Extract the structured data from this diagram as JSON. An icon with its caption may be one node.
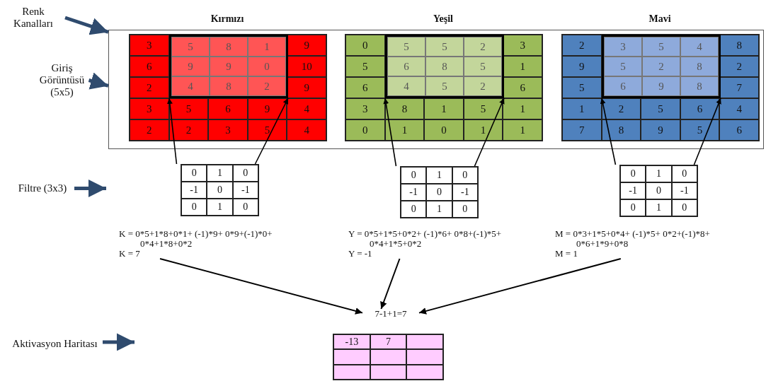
{
  "diagram": {
    "nodes": [
      {
        "text": [
          "Renk Kanalları"
        ]
      },
      {
        "text": [
          "Giriş Görüntüsü (5x5)"
        ]
      },
      {
        "text": [],
        "shape": "box"
      },
      {
        "text": [
          "3",
          "9",
          "6",
          "10",
          "2",
          "9",
          "3",
          "5",
          "6",
          "9",
          "4",
          "2",
          "2",
          "3",
          "5",
          "4"
        ],
        "in": 2,
        "beside": [
          "Kırmızı"
        ]
      },
      {
        "text": [
          "5",
          "8",
          "1",
          "9",
          "9",
          "0",
          "4",
          "8",
          "2"
        ],
        "in": 3
      },
      {
        "text": [
          "0",
          "3",
          "5",
          "1",
          "6",
          "6",
          "3",
          "8",
          "1",
          "5",
          "1",
          "0",
          "1",
          "0",
          "1",
          "1"
        ],
        "in": 2,
        "beside": [
          "Yeşil"
        ]
      },
      {
        "text": [
          "5",
          "5",
          "2",
          "6",
          "8",
          "5",
          "4",
          "5",
          "2"
        ],
        "in": 5
      },
      {
        "text": [
          "2",
          "8",
          "9",
          "2",
          "5",
          "7",
          "1",
          "2",
          "5",
          "6",
          "4",
          "7",
          "8",
          "9",
          "5",
          "6"
        ],
        "in": 2,
        "beside": [
          "Mavi"
        ]
      },
      {
        "text": [
          "3",
          "5",
          "4",
          "5",
          "2",
          "8",
          "6",
          "9",
          "8"
        ],
        "in": 7
      },
      {
        "text": [
          "Filtre (3x3)"
        ]
      },
      {
        "text": [
          "0",
          "1",
          "0",
          "-1",
          "0",
          "-1",
          "0",
          "1",
          "0"
        ]
      },
      {
        "text": [
          "0",
          "1",
          "0",
          "-1",
          "0",
          "-1",
          "0",
          "1",
          "0"
        ]
      },
      {
        "text": [
          "0",
          "1",
          "0",
          "-1",
          "0",
          "-1",
          "0",
          "1",
          "0"
        ]
      },
      {
        "text": [
          "K = 0*5+1*8+0*1+ (-1)*9+ 0*9+(-1)*0+ 0*4+1*8+0*2",
          "K = 7"
        ]
      },
      {
        "text": [
          "Y = 0*5+1*5+0*2+ (-1)*6+ 0*8+(-1)*5+ 0*4+1*5+0*2",
          "Y = -1"
        ]
      },
      {
        "text": [
          "M = 0*3+1*5+0*4+ (-1)*5+ 0*2+(-1)*8+ 0*6+1*9+0*8",
          "M = 1"
        ]
      },
      {
        "text": [
          "7-1+1=7"
        ]
      },
      {
        "text": [
          "Aktivasyon Haritası"
        ]
      },
      {
        "text": [
          "-13",
          "7"
        ]
      }
    ],
    "edges": [
      {
        "from": 0,
        "to": 2,
        "arrow": "to",
        "style": "thick",
        "color": "#2f4b6e"
      },
      {
        "from": 1,
        "to": 2,
        "arrow": "to",
        "style": "thick",
        "color": "#2f4b6e"
      },
      {
        "from": 10,
        "to": 4,
        "arrow": "to"
      },
      {
        "from": 10,
        "to": 4,
        "arrow": "to"
      },
      {
        "from": 11,
        "to": 6,
        "arrow": "to"
      },
      {
        "from": 11,
        "to": 6,
        "arrow": "to"
      },
      {
        "from": 12,
        "to": 8,
        "arrow": "to"
      },
      {
        "from": 12,
        "to": 8,
        "arrow": "to"
      },
      {
        "from": 9,
        "to": null,
        "arrow": "to",
        "style": "thick",
        "color": "#2f4b6e"
      },
      {
        "from": 13,
        "to": 16,
        "arrow": "to"
      },
      {
        "from": 14,
        "to": 16,
        "arrow": "to"
      },
      {
        "from": 15,
        "to": 16,
        "arrow": "to"
      },
      {
        "from": 17,
        "to": null,
        "arrow": "to",
        "style": "thick",
        "color": "#2f4b6e"
      }
    ]
  }
}
